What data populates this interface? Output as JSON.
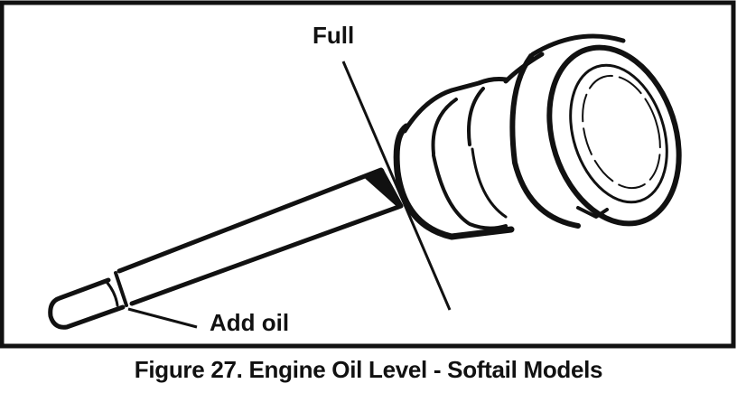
{
  "figure": {
    "caption": "Figure 27. Engine Oil Level - Softail Models",
    "labels": {
      "full": "Full",
      "add_oil": "Add oil"
    }
  }
}
